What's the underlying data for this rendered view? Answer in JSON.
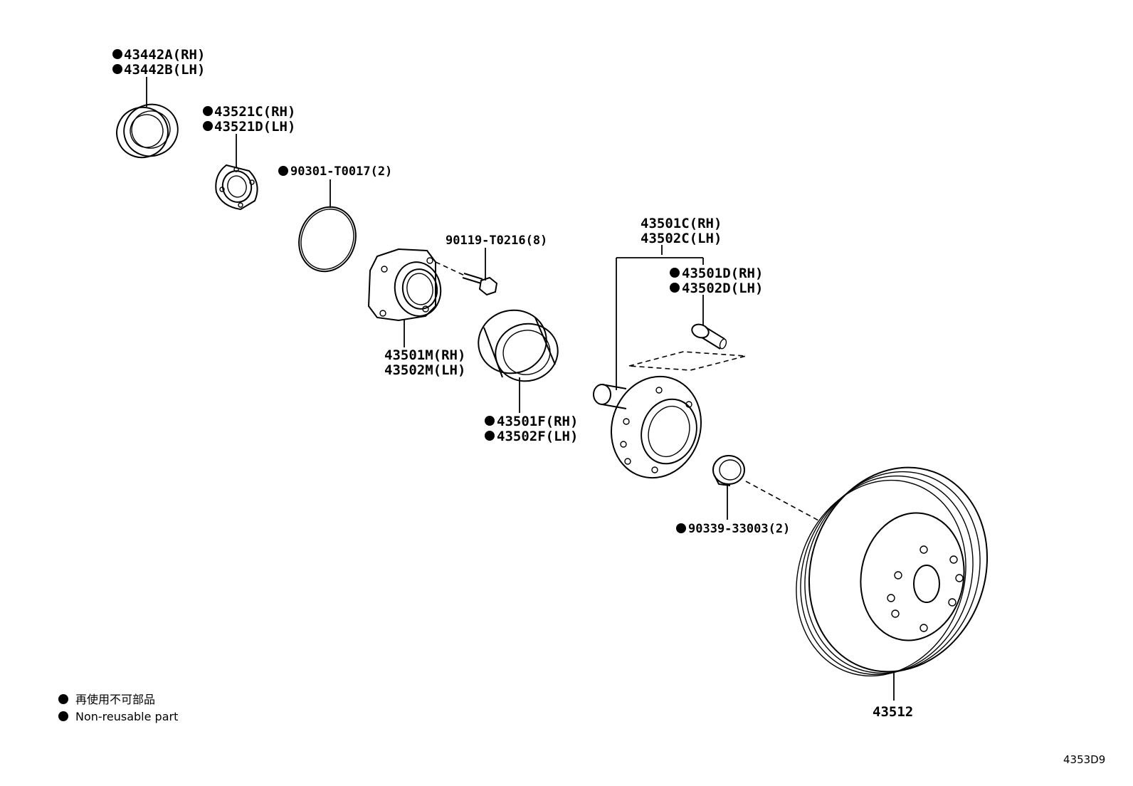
{
  "diagram": {
    "callouts": [
      {
        "id": "c1",
        "bullet": true,
        "lines": [
          "43442A(RH)",
          "43442B(LH)"
        ]
      },
      {
        "id": "c2",
        "bullet": true,
        "lines": [
          "43521C(RH)",
          "43521D(LH)"
        ]
      },
      {
        "id": "c3",
        "bullet": true,
        "lines": [
          "90301-T0017(2)"
        ]
      },
      {
        "id": "c4",
        "bullet": false,
        "lines": [
          "90119-T0216(8)"
        ]
      },
      {
        "id": "c5",
        "bullet": false,
        "lines": [
          "43501M(RH)",
          "43502M(LH)"
        ]
      },
      {
        "id": "c6",
        "bullet": true,
        "lines": [
          "43501F(RH)",
          "43502F(LH)"
        ]
      },
      {
        "id": "c7",
        "bullet": false,
        "lines": [
          "43501C(RH)",
          "43502C(LH)"
        ]
      },
      {
        "id": "c8",
        "bullet": true,
        "lines": [
          "43501D(RH)",
          "43502D(LH)"
        ]
      },
      {
        "id": "c9",
        "bullet": true,
        "lines": [
          "90339-33003(2)"
        ]
      },
      {
        "id": "c10",
        "bullet": false,
        "lines": [
          "43512"
        ]
      }
    ],
    "legend": {
      "jp": "再使用不可部品",
      "en": "Non-reusable part"
    },
    "code": "4353D9"
  }
}
